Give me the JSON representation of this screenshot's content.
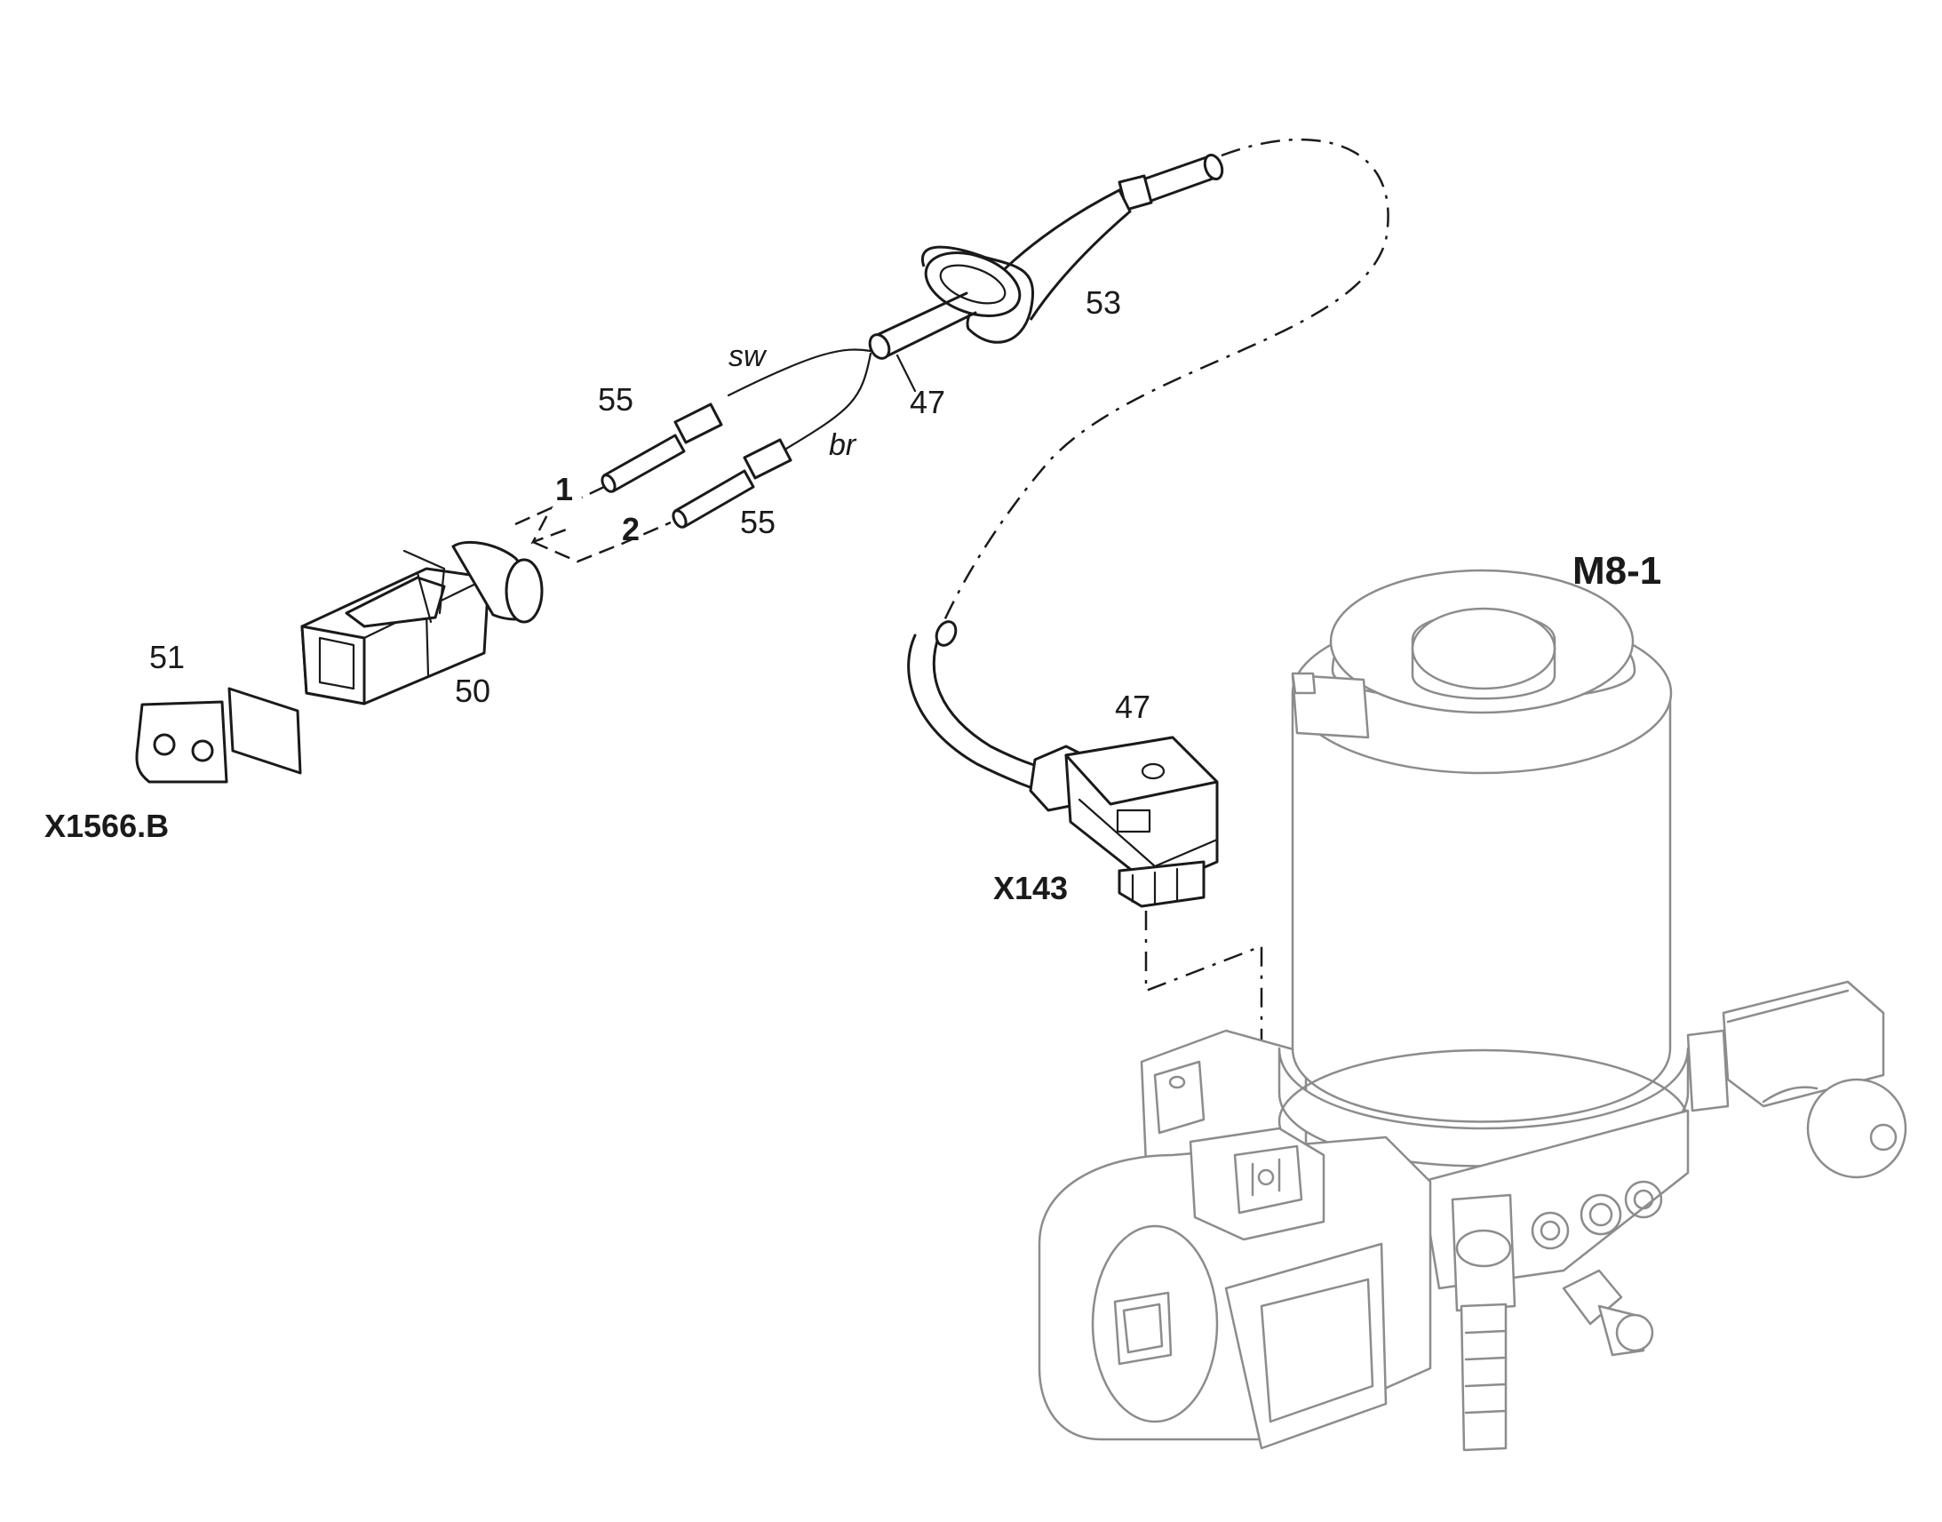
{
  "labels": {
    "part_53": "53",
    "part_47_top": "47",
    "part_55_top": "55",
    "part_55_bottom": "55",
    "wire_sw": "sw",
    "wire_br": "br",
    "pin_1": "1",
    "pin_2": "2",
    "part_51": "51",
    "part_50": "50",
    "connector_x1566b": "X1566.B",
    "part_47_bottom": "47",
    "connector_x143": "X143",
    "component_m8_1": "M8-1"
  }
}
